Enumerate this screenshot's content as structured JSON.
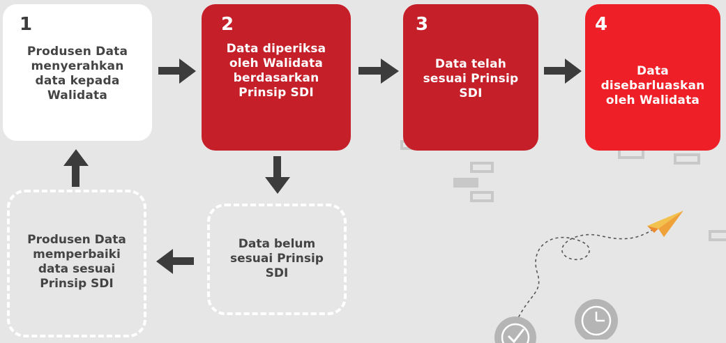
{
  "steps": [
    {
      "number": "1",
      "text": "Produsen Data menyerahkan data kepada Walidata"
    },
    {
      "number": "2",
      "text": "Data diperiksa oleh Walidata berdasarkan Prinsip SDI"
    },
    {
      "number": "3",
      "text": "Data telah sesuai Prinsip SDI"
    },
    {
      "number": "4",
      "text": "Data disebarluaskan oleh Walidata"
    }
  ],
  "feedback": {
    "not_compliant": "Data belum sesuai Prinsip SDI",
    "fix": "Produsen Data memperbaiki data sesuai Prinsip SDI"
  },
  "colors": {
    "background": "#e6e6e7",
    "card_white": "#ffffff",
    "card_dark_red": "#c51f29",
    "card_bright_red": "#ee1f26",
    "arrow": "#3c3c3c",
    "dashed_border": "#ffffff",
    "text_dark": "#444444"
  },
  "icons": [
    "arrow-right-icon",
    "arrow-down-icon",
    "arrow-up-icon",
    "arrow-left-icon",
    "paper-plane-icon",
    "check-circle-icon",
    "clock-icon"
  ]
}
